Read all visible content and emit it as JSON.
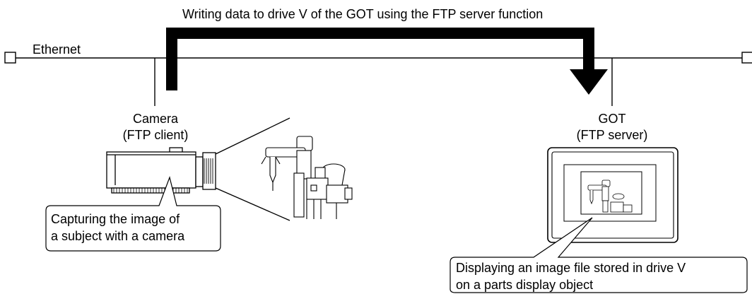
{
  "title": "Writing data to drive V of the GOT using the FTP server function",
  "network_label": "Ethernet",
  "camera": {
    "name": "Camera",
    "role": "(FTP client)",
    "callout": [
      "Capturing the image of",
      "a subject with a camera"
    ]
  },
  "got": {
    "name": "GOT",
    "role": "(FTP server)",
    "callout": [
      "Displaying an image file stored in drive V",
      "on a parts display object"
    ]
  }
}
